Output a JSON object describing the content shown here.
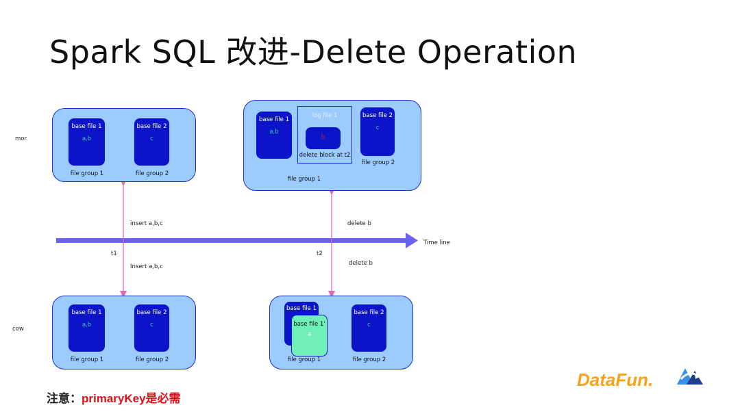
{
  "title": "Spark SQL 改进-Delete Operation",
  "labels": {
    "mor": "mor",
    "cow": "cow",
    "timeline": "Time line",
    "t1": "t1",
    "t2": "t2",
    "insert_top": "insert  a,b,c",
    "insert_bottom": "Insert  a,b,c",
    "delete_top": "delete b",
    "delete_bottom": "delete b"
  },
  "mor_left": {
    "base1_label": "base file 1",
    "base1_value": "a,b",
    "base2_label": "base file 2",
    "base2_value": "c",
    "group1": "file group 1",
    "group2": "file group 2"
  },
  "mor_right": {
    "base1_label": "base file 1",
    "base1_value": "a,b",
    "log_label": "log file 1",
    "log_value": "b",
    "log_caption": "delete block at t2",
    "base2_label": "base file 2",
    "base2_value": "c",
    "group1": "file group 1",
    "group2": "file group 2"
  },
  "cow_left": {
    "base1_label": "base file 1",
    "base1_value": "a,b",
    "base2_label": "base file 2",
    "base2_value": "c",
    "group1": "file group 1",
    "group2": "file group 2"
  },
  "cow_right": {
    "base1_label": "base file 1",
    "base1p_label": "base file 1'",
    "base1p_value": "a",
    "base2_label": "base file 2",
    "base2_value": "c",
    "group1": "file group 1",
    "group2": "file group 2"
  },
  "note": {
    "prefix": "注意：",
    "emphasis": "primaryKey是必需"
  },
  "logo": {
    "text": "DataFun."
  },
  "colors": {
    "panel": "#9ccbff",
    "file": "#0b14c9",
    "timeline": "#6b63f0",
    "arrow": "#e46ab8",
    "newfile": "#6ff0b8",
    "accent": "#e0101a"
  }
}
